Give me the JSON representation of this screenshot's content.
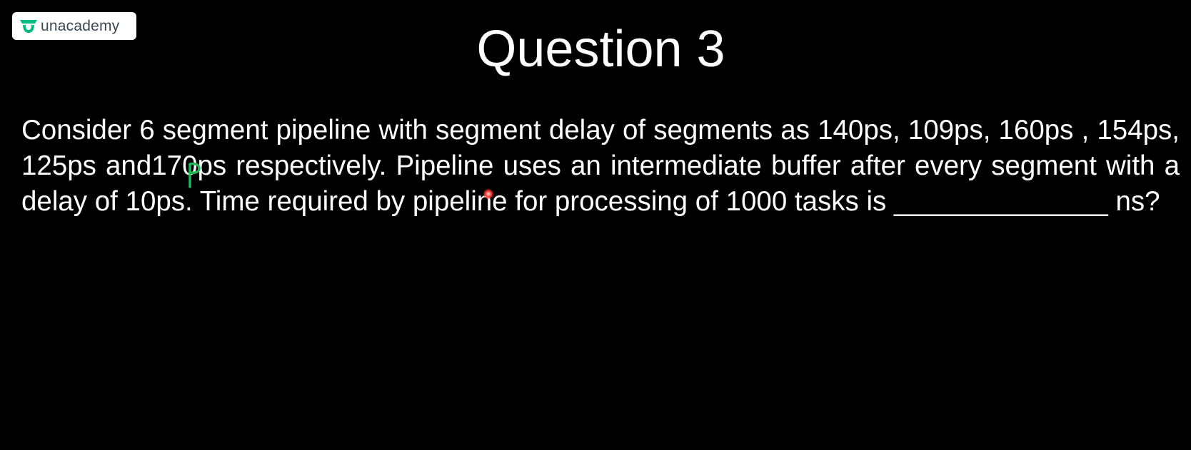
{
  "brand": {
    "name": "unacademy",
    "icon": "unacademy-logo-icon",
    "colors": {
      "badge_background": "#ffffff",
      "mark": "#08bd80",
      "text": "#3c4852"
    }
  },
  "slide": {
    "title": "Question 3",
    "question": "Consider 6 segment pipeline with segment delay of segments as 140ps, 109ps, 160ps , 154ps, 125ps and170ps respectively. Pipeline uses an intermediate buffer after every segment with a delay of 10ps. Time required by pipeline for processing of 1000 tasks is ______________ ns?",
    "background": "#000000",
    "text_color": "#ffffff"
  },
  "annotations": {
    "ink_color": "#1db954",
    "laser_icon": "laser-pointer-dot"
  }
}
